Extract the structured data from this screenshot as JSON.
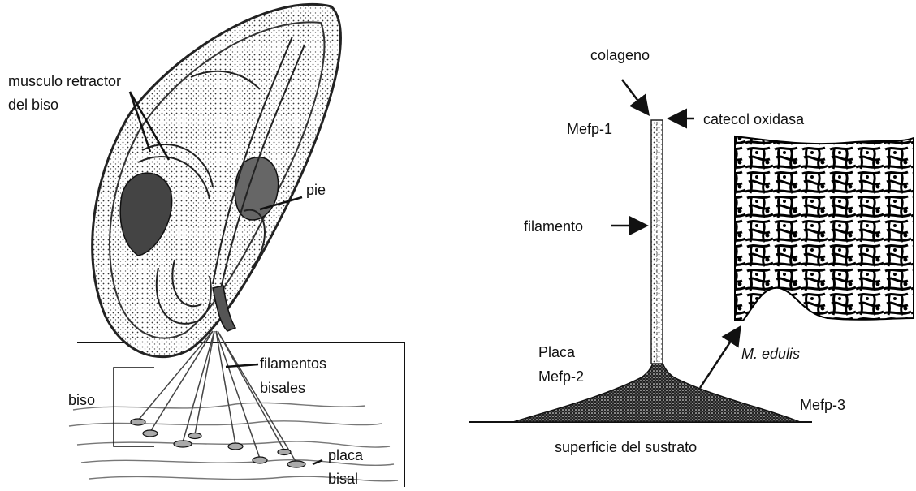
{
  "left_panel": {
    "labels": {
      "retractor_line1": "musculo retractor",
      "retractor_line2": "del biso",
      "foot": "pie",
      "threads_line1": "filamentos",
      "threads_line2": "bisales",
      "byssus": "biso",
      "plaque_line1": "placa",
      "plaque_line2": "bisal"
    }
  },
  "right_panel": {
    "labels": {
      "collagen": "colageno",
      "catechol_oxidase": "catecol oxidasa",
      "mefp1": "Mefp-1",
      "filament": "filamento",
      "plaque_line1": "Placa",
      "plaque_line2": "Mefp-2",
      "mefp3": "Mefp-3",
      "species": "M. edulis",
      "substrate": "superficie del sustrato"
    }
  },
  "colors": {
    "ink": "#111111",
    "stipple": "#555555",
    "background": "#ffffff"
  }
}
